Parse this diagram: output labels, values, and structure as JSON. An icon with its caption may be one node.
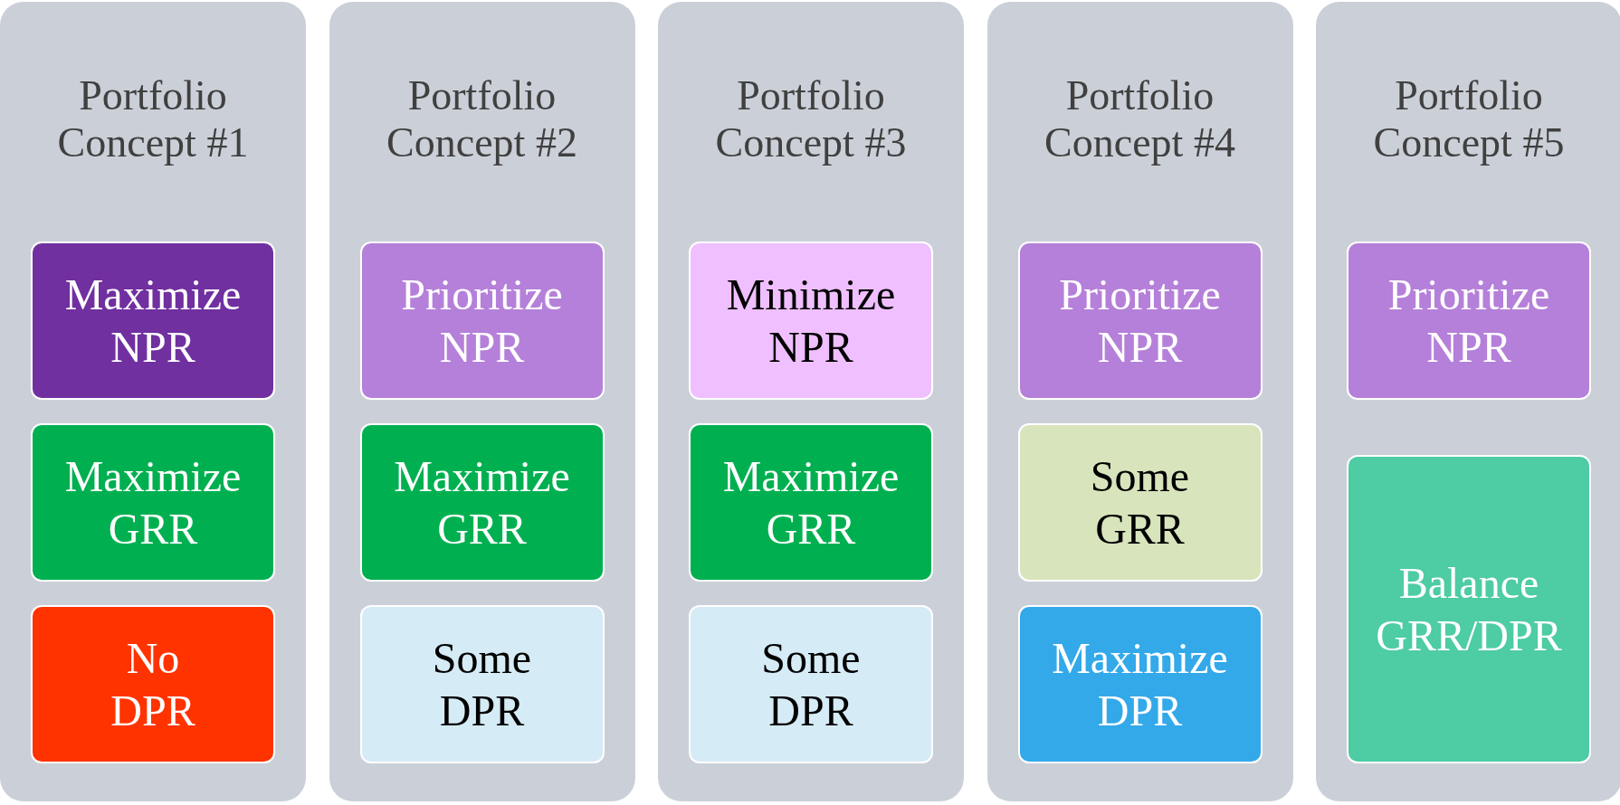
{
  "diagram": {
    "nodes": [
      {
        "text": [
          "Portfolio Concept #1"
        ]
      },
      {
        "text": [
          "Maximize NPR"
        ],
        "in": 0
      },
      {
        "text": [
          "Maximize GRR"
        ],
        "in": 0
      },
      {
        "text": [
          "No DPR"
        ],
        "in": 0
      },
      {
        "text": [
          "Portfolio Concept #2"
        ]
      },
      {
        "text": [
          "Prioritize NPR"
        ],
        "in": 4
      },
      {
        "text": [
          "Maximize GRR"
        ],
        "in": 4
      },
      {
        "text": [
          "Some DPR"
        ],
        "in": 4
      },
      {
        "text": [
          "Portfolio Concept #3"
        ]
      },
      {
        "text": [
          "Minimize NPR"
        ],
        "in": 8
      },
      {
        "text": [
          "Maximize GRR"
        ],
        "in": 8
      },
      {
        "text": [
          "Some DPR"
        ],
        "in": 8
      },
      {
        "text": [
          "Portfolio Concept #4"
        ]
      },
      {
        "text": [
          "Prioritize NPR"
        ],
        "in": 12
      },
      {
        "text": [
          "Some GRR"
        ],
        "in": 12
      },
      {
        "text": [
          "Maximize DPR"
        ],
        "in": 12
      },
      {
        "text": [
          "Portfolio Concept #5"
        ]
      },
      {
        "text": [
          "Prioritize NPR"
        ],
        "in": 16
      },
      {
        "text": [
          "Balance GRR/DPR"
        ],
        "in": 16
      }
    ],
    "edges": []
  }
}
